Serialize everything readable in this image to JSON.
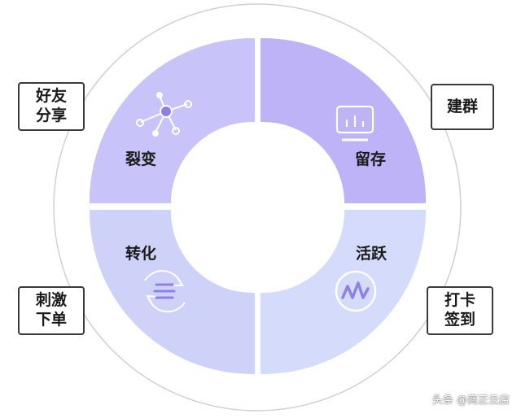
{
  "quadrants": {
    "top_left": {
      "label": "裂变",
      "icon": "network-icon",
      "color": "#c8c3f8"
    },
    "top_right": {
      "label": "留存",
      "icon": "monitor-chart-icon",
      "color": "#bdb3f6"
    },
    "bottom_left": {
      "label": "转化",
      "icon": "cycle-icon",
      "color": "#cfd2f8"
    },
    "bottom_right": {
      "label": "活跃",
      "icon": "wave-icon",
      "color": "#d5dcfb"
    }
  },
  "side_boxes": {
    "top_left": {
      "line1": "好友",
      "line2": "分享"
    },
    "top_right": {
      "line1": "建群"
    },
    "bottom_left": {
      "line1": "刺激",
      "line2": "下单"
    },
    "bottom_right": {
      "line1": "打卡",
      "line2": "签到"
    }
  },
  "watermark": "头条 @商正云店",
  "colors": {
    "ring_outline": "#d0d0d0",
    "icon_stroke": "#ffffff",
    "icon_accent": "#8f80e8"
  }
}
